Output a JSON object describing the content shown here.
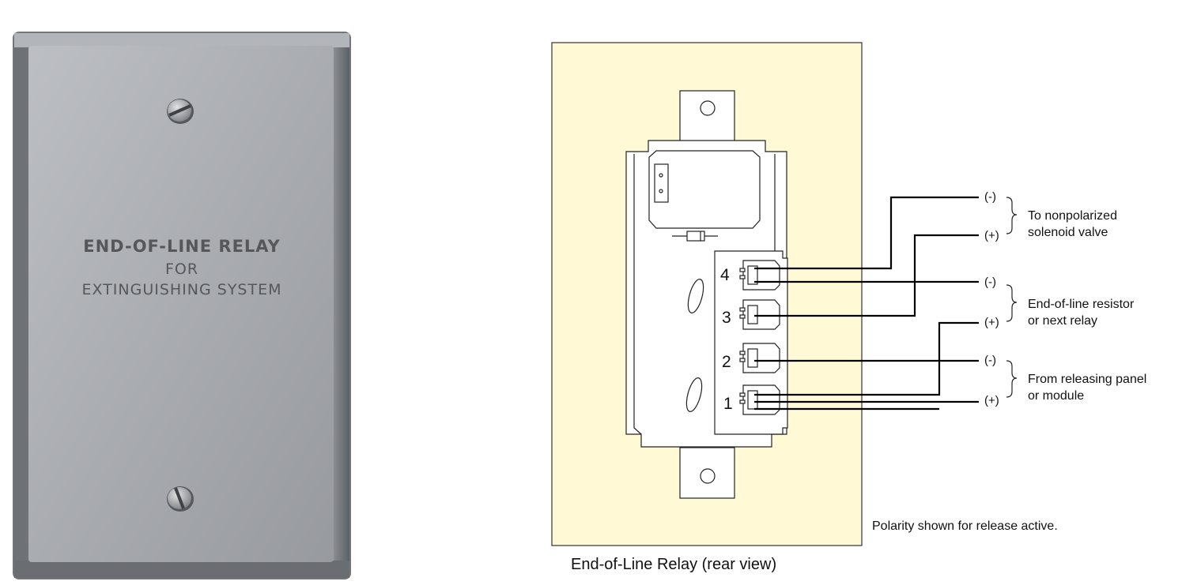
{
  "plate": {
    "line1": "END-OF-LINE RELAY",
    "line2": "FOR",
    "line3": "EXTINGUISHING SYSTEM"
  },
  "diagram": {
    "caption": "End-of-Line Relay (rear view)",
    "polarity_note": "Polarity shown for release active.",
    "terminals": [
      "4",
      "3",
      "2",
      "1"
    ],
    "polarity": [
      "(-)",
      "(+)",
      "(-)",
      "(+)",
      "(-)",
      "(+)"
    ],
    "groups": [
      {
        "line1": "To nonpolarized",
        "line2": "solenoid valve"
      },
      {
        "line1": "End-of-line resistor",
        "line2": "or next relay"
      },
      {
        "line1": "From releasing panel",
        "line2": "or module"
      }
    ]
  },
  "colors": {
    "panel_background": "#fff9d6",
    "plate_metal": "#9fa2a7",
    "plate_text": "#55575b"
  }
}
